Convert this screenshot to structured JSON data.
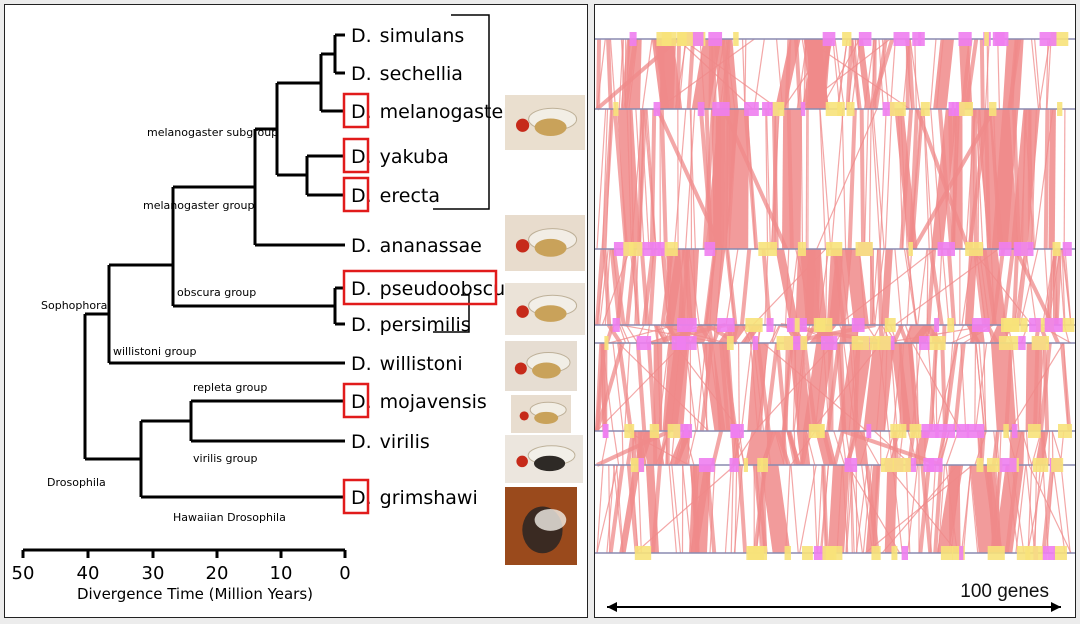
{
  "tree": {
    "species": [
      {
        "genus": "D.",
        "name": "simulans",
        "highlight": false
      },
      {
        "genus": "D.",
        "name": "sechellia",
        "highlight": false
      },
      {
        "genus": "D.",
        "name": "melanogaster",
        "highlight": true
      },
      {
        "genus": "D.",
        "name": "yakuba",
        "highlight": true
      },
      {
        "genus": "D.",
        "name": "erecta",
        "highlight": true
      },
      {
        "genus": "D.",
        "name": "ananassae",
        "highlight": false
      },
      {
        "genus": "D.",
        "name": "pseudoobscura",
        "highlight": true,
        "full_box": true
      },
      {
        "genus": "D.",
        "name": "persimilis",
        "highlight": false
      },
      {
        "genus": "D.",
        "name": "willistoni",
        "highlight": false
      },
      {
        "genus": "D.",
        "name": "mojavensis",
        "highlight": true
      },
      {
        "genus": "D.",
        "name": "virilis",
        "highlight": false
      },
      {
        "genus": "D.",
        "name": "grimshawi",
        "highlight": true
      }
    ],
    "groups": {
      "melanogaster_subgroup": "melanogaster subgroup",
      "melanogaster_group": "melanogaster group",
      "obscura_group": "obscura group",
      "sophophora": "Sophophora",
      "willistoni_group": "willistoni group",
      "repleta_group": "repleta group",
      "virilis_group": "virilis group",
      "drosophila": "Drosophila",
      "hawaiian": "Hawaiian Drosophila"
    },
    "axis": {
      "ticks": [
        "50",
        "40",
        "30",
        "20",
        "10",
        "0"
      ],
      "label": "Divergence Time  (Million Years)"
    },
    "colors": {
      "highlight": "#e11b1b",
      "line": "#000000"
    }
  },
  "synteny": {
    "scale_label": "100 genes",
    "colors": {
      "link": "#f08a8a",
      "gene_yellow": "#f7e27a",
      "gene_magenta": "#ee7ef0",
      "chrom": "#8a8ab0"
    }
  }
}
